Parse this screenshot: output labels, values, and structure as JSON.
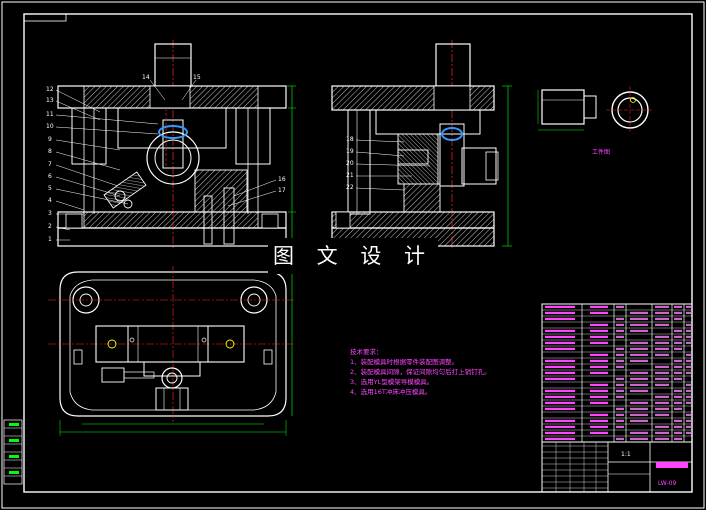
{
  "title_overlay": "图 文 设 计",
  "tech_requirements": {
    "heading": "技术要求：",
    "items": [
      "1、装配模具时根据零件装配图调整。",
      "2、装配模具间隙，保证间隙均匀后打上销钉孔。",
      "3、选用YL型模架导模模具。",
      "4、选用16T冲床冲压模具。"
    ]
  },
  "front_view_labels": [
    "12",
    "13",
    "11",
    "10",
    "9",
    "8",
    "7",
    "6",
    "5",
    "4",
    "3",
    "2",
    "1"
  ],
  "front_view_top_labels": [
    "14",
    "15"
  ],
  "front_view_right_labels": [
    "16",
    "17"
  ],
  "side_view_labels": [
    "18",
    "19",
    "20",
    "21",
    "22"
  ],
  "part_view_label": "工件图",
  "scale_text": "1:1",
  "drawing_number": "LW-09",
  "colors": {
    "outline": "#ffffff",
    "dimension": "#00ff00",
    "centerline": "#ff2020",
    "hatch": "#e8e8e8",
    "text_magenta": "#ff44ff",
    "workpiece": "#3399ff",
    "accent_yellow": "#ffff00"
  }
}
